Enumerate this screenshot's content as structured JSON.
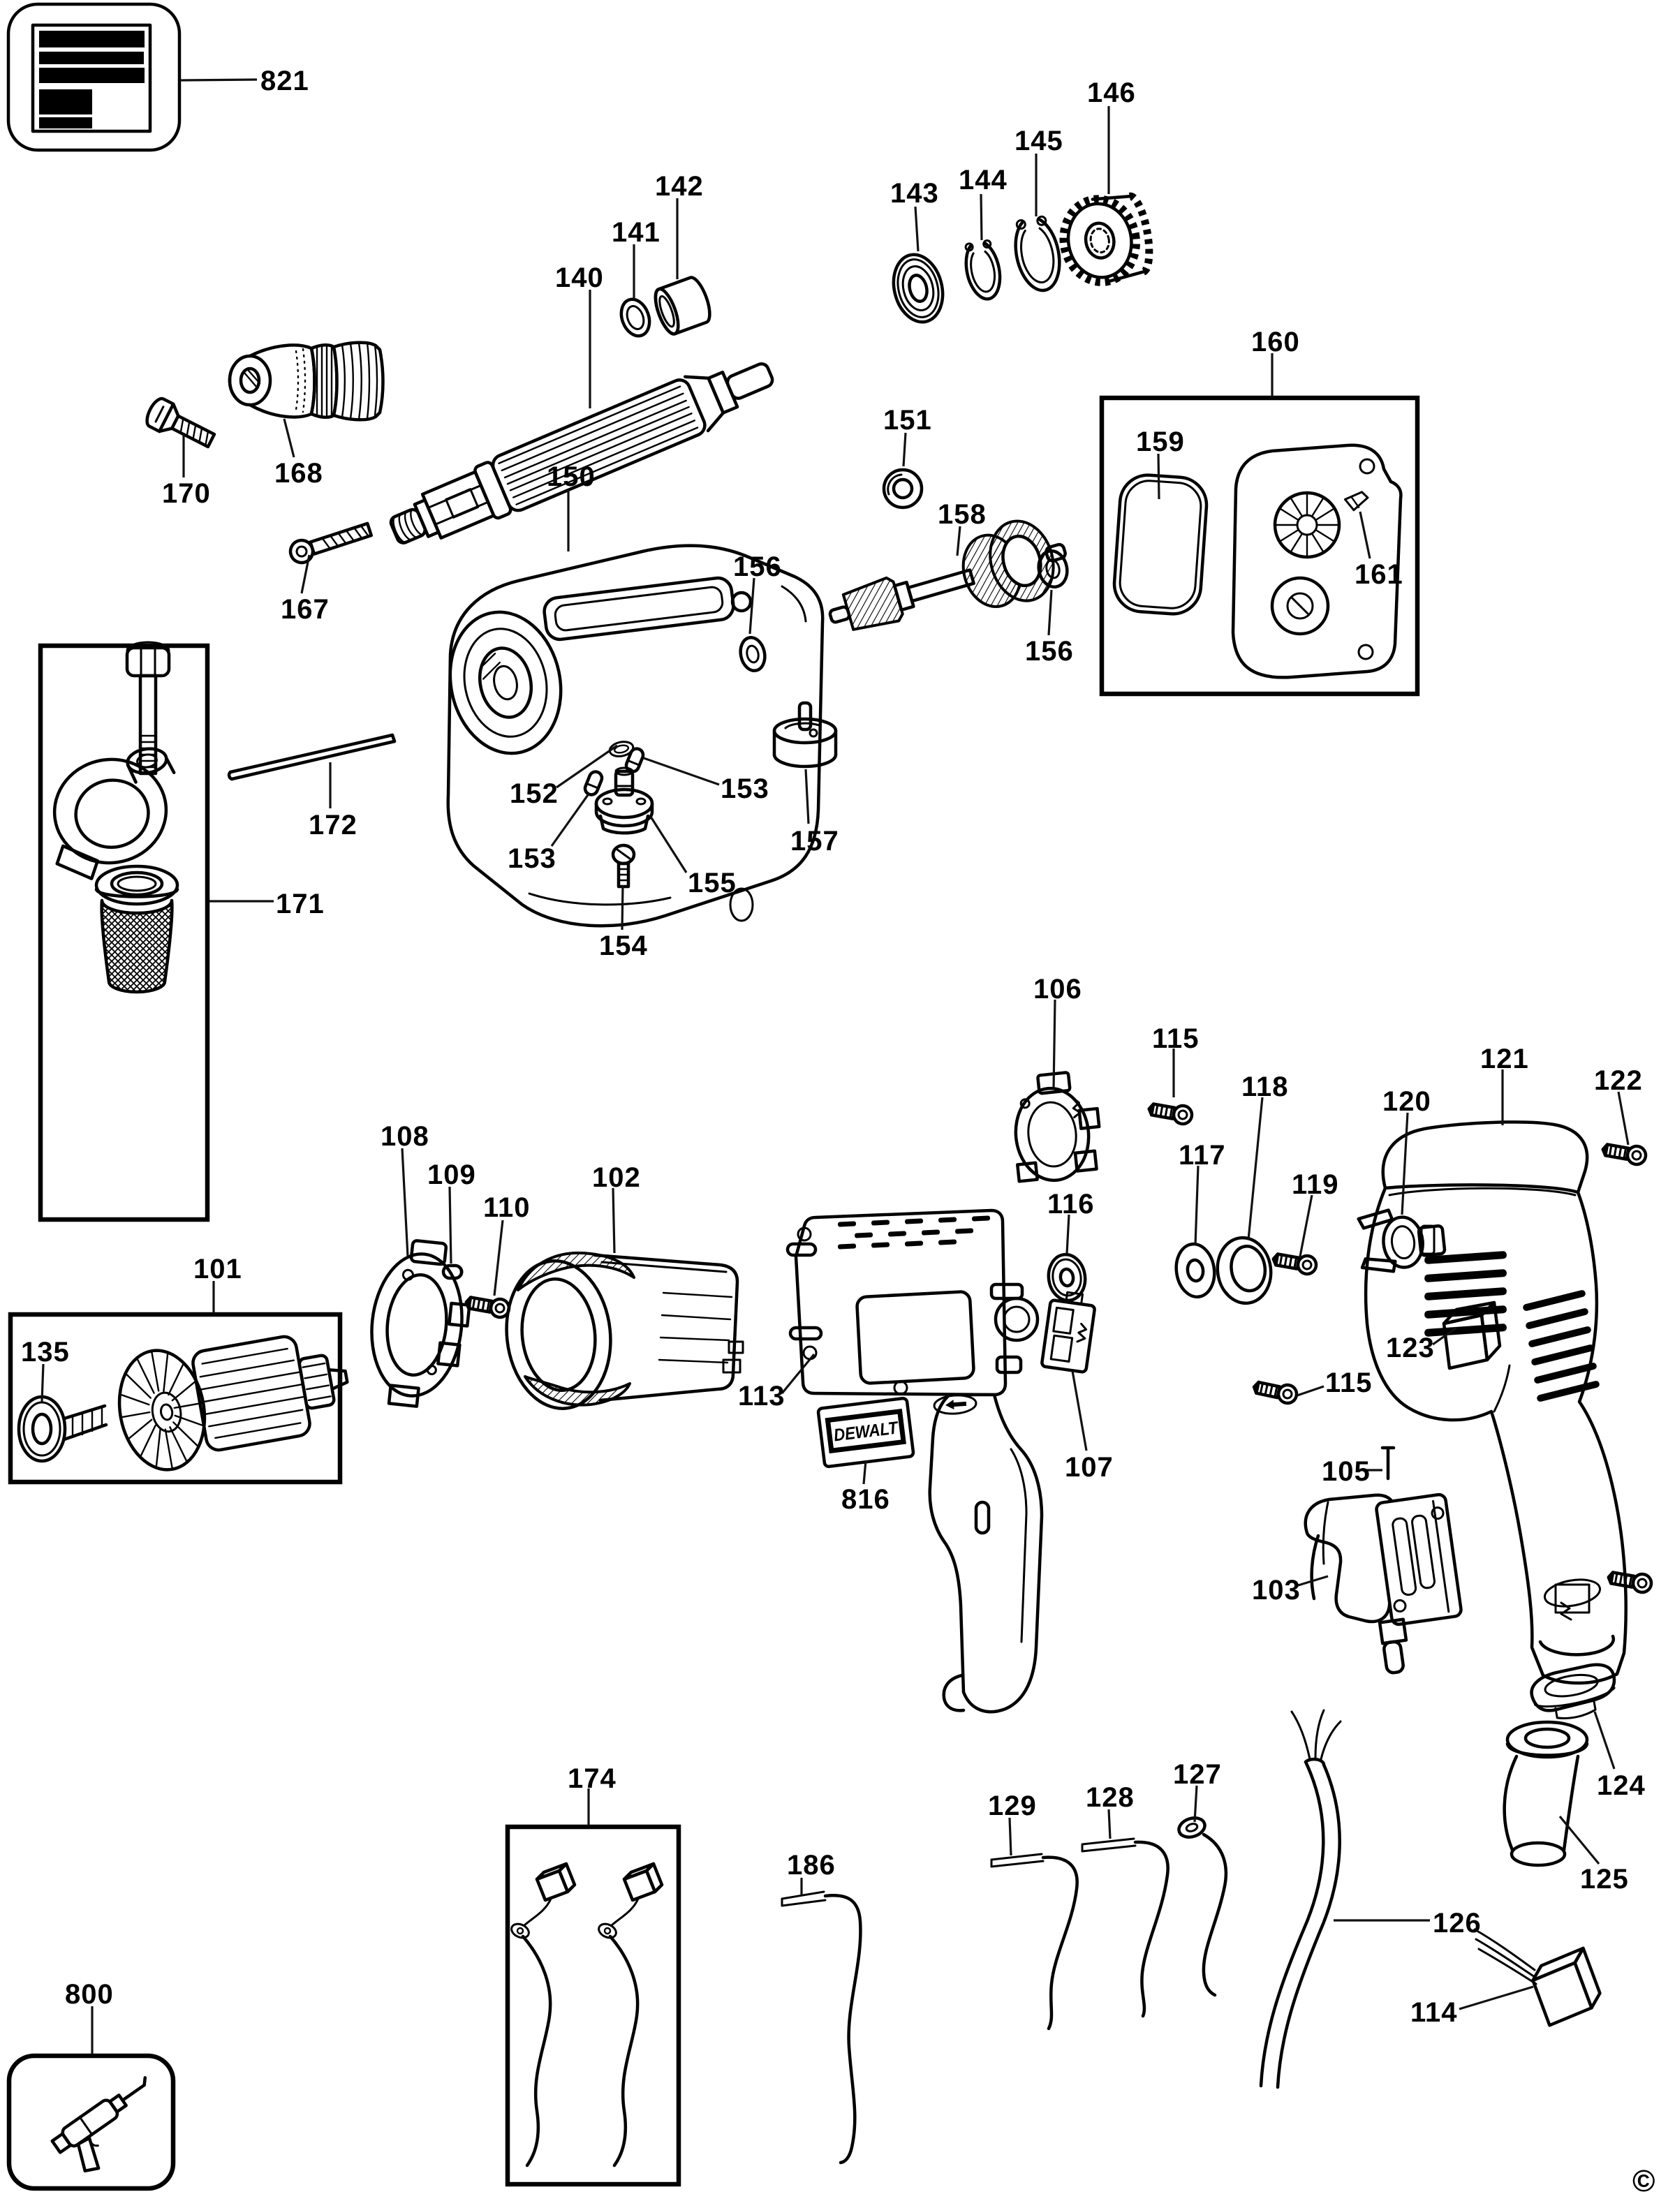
{
  "meta": {
    "title": "Exploded parts diagram - electric drill",
    "copyright": "©"
  },
  "brand": {
    "logo_text": "DEWALT"
  },
  "parts": {
    "821": {
      "number": "821"
    },
    "140": {
      "number": "140"
    },
    "141": {
      "number": "141"
    },
    "142": {
      "number": "142"
    },
    "143": {
      "number": "143"
    },
    "144": {
      "number": "144"
    },
    "145": {
      "number": "145"
    },
    "146": {
      "number": "146"
    },
    "150": {
      "number": "150"
    },
    "151": {
      "number": "151"
    },
    "152": {
      "number": "152"
    },
    "153a": {
      "number": "153"
    },
    "153b": {
      "number": "153"
    },
    "154": {
      "number": "154"
    },
    "155": {
      "number": "155"
    },
    "156a": {
      "number": "156"
    },
    "156b": {
      "number": "156"
    },
    "157": {
      "number": "157"
    },
    "158": {
      "number": "158"
    },
    "159": {
      "number": "159"
    },
    "160": {
      "number": "160"
    },
    "161": {
      "number": "161"
    },
    "167": {
      "number": "167"
    },
    "168": {
      "number": "168"
    },
    "170": {
      "number": "170"
    },
    "171": {
      "number": "171"
    },
    "172": {
      "number": "172"
    },
    "101": {
      "number": "101"
    },
    "102": {
      "number": "102"
    },
    "103": {
      "number": "103"
    },
    "105": {
      "number": "105"
    },
    "106": {
      "number": "106"
    },
    "107": {
      "number": "107"
    },
    "108": {
      "number": "108"
    },
    "109": {
      "number": "109"
    },
    "110": {
      "number": "110"
    },
    "113": {
      "number": "113"
    },
    "114": {
      "number": "114"
    },
    "115a": {
      "number": "115"
    },
    "115b": {
      "number": "115"
    },
    "116": {
      "number": "116"
    },
    "117": {
      "number": "117"
    },
    "118": {
      "number": "118"
    },
    "119": {
      "number": "119"
    },
    "120": {
      "number": "120"
    },
    "121": {
      "number": "121"
    },
    "122": {
      "number": "122"
    },
    "123": {
      "number": "123"
    },
    "124": {
      "number": "124"
    },
    "125": {
      "number": "125"
    },
    "126": {
      "number": "126"
    },
    "127": {
      "number": "127"
    },
    "128": {
      "number": "128"
    },
    "129": {
      "number": "129"
    },
    "135": {
      "number": "135"
    },
    "174": {
      "number": "174"
    },
    "186": {
      "number": "186"
    },
    "800": {
      "number": "800"
    },
    "816": {
      "number": "816"
    }
  }
}
